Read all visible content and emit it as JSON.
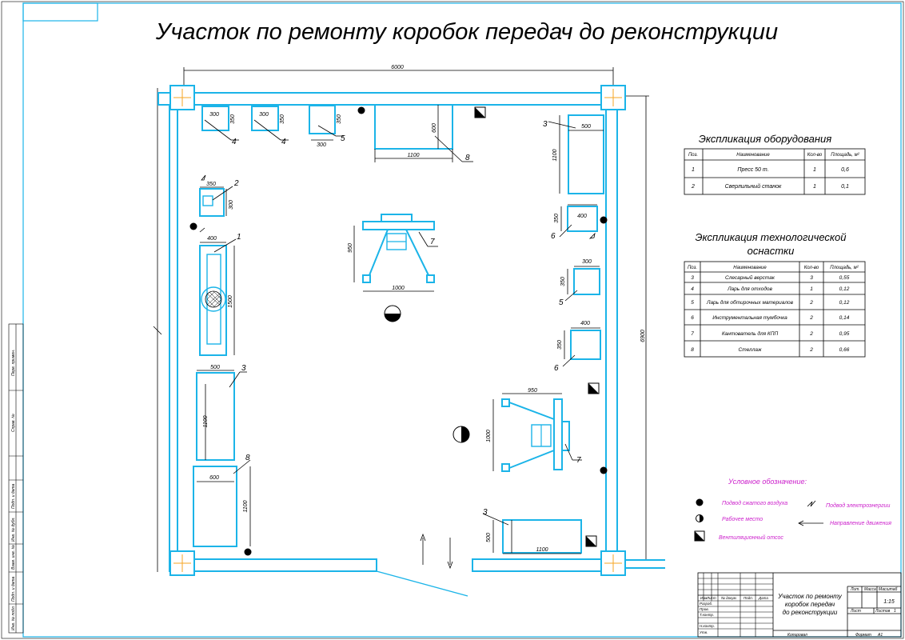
{
  "title": "Участок по ремонту коробок передач до реконструкции",
  "dimensions": {
    "width_total": "6000",
    "height_total": "6900",
    "items": [
      {
        "id": "d1",
        "text": "300"
      },
      {
        "id": "d2",
        "text": "350"
      },
      {
        "id": "d3",
        "text": "300"
      },
      {
        "id": "d4",
        "text": "350"
      },
      {
        "id": "d5",
        "text": "350"
      },
      {
        "id": "d6",
        "text": "300"
      },
      {
        "id": "d7",
        "text": "600"
      },
      {
        "id": "d8",
        "text": "1100"
      },
      {
        "id": "d9",
        "text": "500"
      },
      {
        "id": "d10",
        "text": "1100"
      },
      {
        "id": "d11",
        "text": "350"
      },
      {
        "id": "d12",
        "text": "300"
      },
      {
        "id": "d13",
        "text": "400"
      },
      {
        "id": "d14",
        "text": "1500"
      },
      {
        "id": "d15",
        "text": "950"
      },
      {
        "id": "d16",
        "text": "1000"
      },
      {
        "id": "d17",
        "text": "400"
      },
      {
        "id": "d18",
        "text": "350"
      },
      {
        "id": "d19",
        "text": "300"
      },
      {
        "id": "d20",
        "text": "350"
      },
      {
        "id": "d21",
        "text": "400"
      },
      {
        "id": "d22",
        "text": "350"
      },
      {
        "id": "d23",
        "text": "500"
      },
      {
        "id": "d24",
        "text": "1100"
      },
      {
        "id": "d25",
        "text": "950"
      },
      {
        "id": "d26",
        "text": "1000"
      },
      {
        "id": "d27",
        "text": "600"
      },
      {
        "id": "d28",
        "text": "1100"
      },
      {
        "id": "d29",
        "text": "500"
      },
      {
        "id": "d30",
        "text": "1100"
      }
    ]
  },
  "pos_labels": [
    {
      "id": "p4a",
      "text": "4"
    },
    {
      "id": "p4b",
      "text": "4"
    },
    {
      "id": "p5a",
      "text": "5"
    },
    {
      "id": "p8a",
      "text": "8"
    },
    {
      "id": "p3a",
      "text": "3"
    },
    {
      "id": "p2",
      "text": "2"
    },
    {
      "id": "p1",
      "text": "1"
    },
    {
      "id": "p7a",
      "text": "7"
    },
    {
      "id": "p6a",
      "text": "6"
    },
    {
      "id": "p5b",
      "text": "5"
    },
    {
      "id": "p6b",
      "text": "6"
    },
    {
      "id": "p3b",
      "text": "3"
    },
    {
      "id": "p8b",
      "text": "8"
    },
    {
      "id": "p7b",
      "text": "7"
    },
    {
      "id": "p3c",
      "text": "3"
    }
  ],
  "equipment_table": {
    "caption": "Экспликация оборудования",
    "headers": [
      "Поз.",
      "Наименование",
      "Кол-во",
      "Площадь, м²"
    ],
    "rows": [
      [
        "1",
        "Пресс 50 т.",
        "1",
        "0,6"
      ],
      [
        "2",
        "Сверлильный станок",
        "1",
        "0,1"
      ]
    ]
  },
  "tooling_table": {
    "caption_line1": "Экспликация технологической",
    "caption_line2": "оснастки",
    "headers": [
      "Поз.",
      "Наименование",
      "Кол-во",
      "Площадь, м²"
    ],
    "rows": [
      [
        "3",
        "Слесарный верстак",
        "3",
        "0,55"
      ],
      [
        "4",
        "Ларь для отходов",
        "1",
        "0,12"
      ],
      [
        "5",
        "Ларь для обтирочных материалов",
        "2",
        "0,12"
      ],
      [
        "6",
        "Инструментальная тумбочка",
        "2",
        "0,14"
      ],
      [
        "7",
        "Кантователь для КПП",
        "2",
        "0,95"
      ],
      [
        "8",
        "Стеллаж",
        "2",
        "0,66"
      ]
    ]
  },
  "legend": {
    "title": "Условное обозначение:",
    "items": [
      {
        "icon": "compressed-air-icon",
        "text": "Подвод сжатого воздуха"
      },
      {
        "icon": "workplace-icon",
        "text": "Рабочее место"
      },
      {
        "icon": "ventilation-icon",
        "text": "Вентиляционный отсос"
      },
      {
        "icon": "power-supply-icon",
        "text": "Подвод электроэнергии"
      },
      {
        "icon": "movement-arrow-icon",
        "text": "Направление движения"
      }
    ],
    "color": "#cc22cc"
  },
  "stamp": {
    "title_lines": [
      "Участок по ремонту",
      "коробок передач",
      "до реконструкции"
    ],
    "col_labels": [
      "Изм.",
      "Лист",
      "№ докум.",
      "Подп.",
      "Дата"
    ],
    "row_labels": [
      "Разраб.",
      "Пров.",
      "Т.контр.",
      "Н.контр.",
      "Утв."
    ],
    "lit": "Лит.",
    "mass": "Масса",
    "scale": "Масштаб",
    "scale_value": "1:15",
    "sheet": "Лист",
    "sheets": "Листов",
    "sheets_value": "1",
    "copied": "Копировал",
    "format": "Формат",
    "format_value": "А1"
  },
  "side_labels": [
    "Перв. примен.",
    "Справ. №",
    "Подп. и дата",
    "Инв. № дубл.",
    "Взам. инв. №",
    "Подп. и дата",
    "Инв. № подл."
  ],
  "colors": {
    "wall": "#1bb4e8",
    "legend": "#cc22cc",
    "column": "#f5a623"
  }
}
